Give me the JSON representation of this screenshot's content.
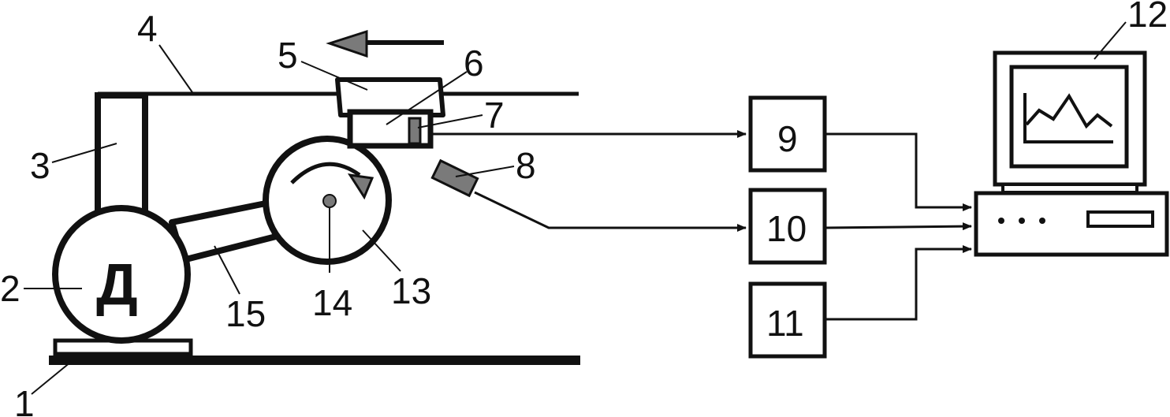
{
  "labels": {
    "n1": "1",
    "n2": "2",
    "n3": "3",
    "n4": "4",
    "n5": "5",
    "n6": "6",
    "n7": "7",
    "n8": "8",
    "n9": "9",
    "n10": "10",
    "n11": "11",
    "n12": "12",
    "n13": "13",
    "n14": "14",
    "n15": "15"
  },
  "motor_letter": "Д",
  "colors": {
    "ink": "#111111",
    "sensor_fill": "#7a7a7a",
    "arrow_fill": "#7a7a7a",
    "background": "#ffffff"
  }
}
